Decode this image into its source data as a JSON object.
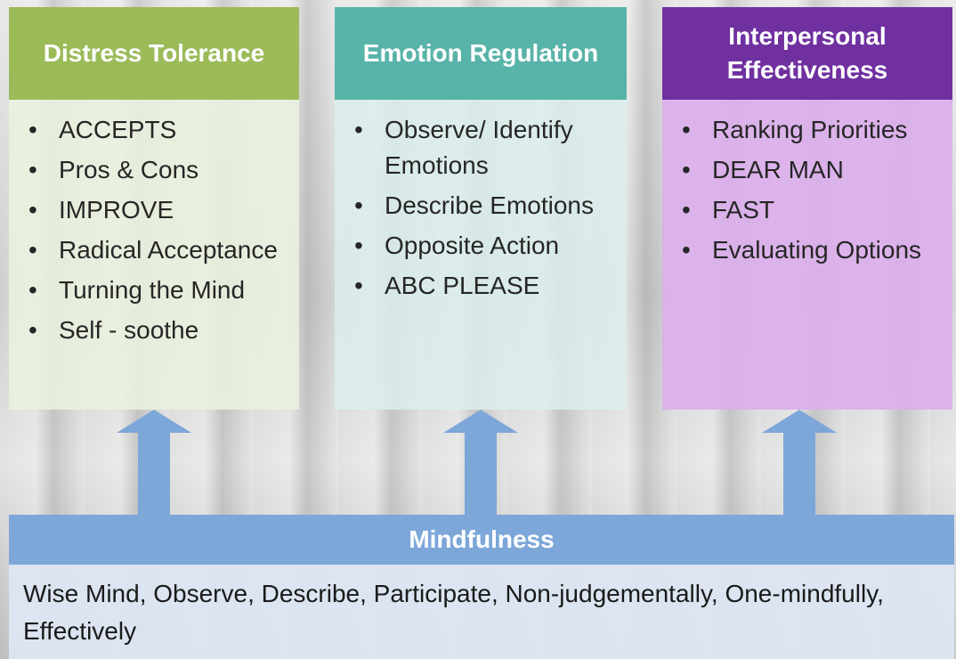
{
  "columns": [
    {
      "title": "Distress Tolerance",
      "items": [
        "ACCEPTS",
        "Pros & Cons",
        "IMPROVE",
        "Radical Acceptance",
        "Turning the Mind",
        "Self - soothe"
      ]
    },
    {
      "title": "Emotion Regulation",
      "items": [
        "Observe/ Identify Emotions",
        "Describe Emotions",
        "Opposite Action",
        "ABC PLEASE"
      ]
    },
    {
      "title": "Interpersonal Effectiveness",
      "items": [
        "Ranking Priorities",
        "DEAR MAN",
        "FAST",
        "Evaluating Options"
      ]
    }
  ],
  "foundation": {
    "title": "Mindfulness",
    "text": "Wise Mind, Observe, Describe, Participate, Non-judgementally, One-mindfully, Effectively"
  },
  "colors": {
    "distress_header": "#9bbb59",
    "emotion_header": "#58b3a8",
    "interpersonal_header": "#7030a0",
    "mindfulness_header": "#7da7d9",
    "arrow": "#7da7d9"
  }
}
